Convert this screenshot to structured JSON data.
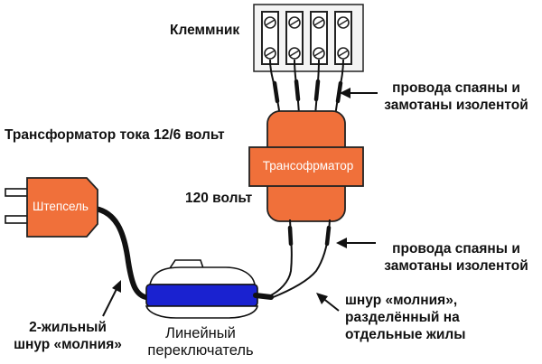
{
  "labels": {
    "terminal_block": "Клеммник",
    "wires_spliced_top": [
      "провода спаяны и",
      "замотаны изолентой"
    ],
    "current_transformer": "Трансформатор тока 12/6 вольт",
    "transformer_body": "Трансофрматор",
    "volts_120": "120 вольт",
    "wires_spliced_bottom": [
      "провода спаяны и",
      "замотаны изолентой"
    ],
    "plug": "Штепсель",
    "cord_split": [
      "шнур «молния»,",
      "разделённый на",
      "отдельные жилы"
    ],
    "two_core_cord": [
      "2-жильный",
      "шнур «молния»"
    ],
    "inline_switch": [
      "Линейный",
      "переключатель"
    ]
  },
  "colors": {
    "orange": "#f0703a",
    "blue": "#1a22d0",
    "wire": "#111111",
    "terminal_fill": "#f4f4f4"
  }
}
